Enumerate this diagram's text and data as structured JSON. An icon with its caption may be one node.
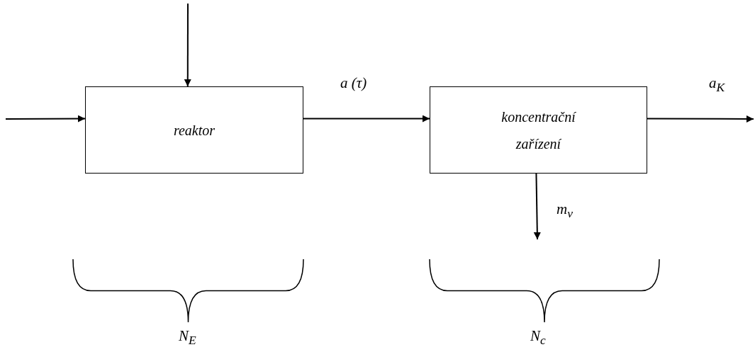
{
  "diagram": {
    "nodes": [
      {
        "text": [
          "reaktor"
        ]
      },
      {
        "text": [
          "koncentrační zařízení"
        ]
      }
    ],
    "edges": [
      {
        "from": null,
        "to": 0,
        "arrow": "to"
      },
      {
        "from": null,
        "to": 0,
        "arrow": "to"
      },
      {
        "from": 0,
        "to": 1,
        "arrow": "to",
        "label": "a (τ)"
      },
      {
        "from": 1,
        "to": null,
        "arrow": "to",
        "label": "a$_{K}$"
      },
      {
        "from": 1,
        "to": null,
        "arrow": "to",
        "label": "m$_{v}$"
      }
    ],
    "labels": [
      "N$_{E}$",
      "N$_{c}$"
    ]
  }
}
